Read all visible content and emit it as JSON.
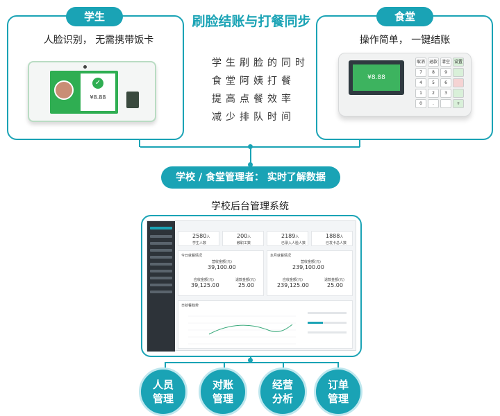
{
  "title": "刷脸结账与打餐同步",
  "student": {
    "badge": "学生",
    "caption": "人脸识别， 无需携带饭卡"
  },
  "canteen": {
    "badge": "食堂",
    "caption": "操作简单， 一键结账"
  },
  "benefits": [
    "学生刷脸的同时",
    "食堂阿姨打餐",
    "提高点餐效率",
    "减少排队时间"
  ],
  "manager": {
    "label": "学校 / 食堂管理者： 实时了解数据"
  },
  "system": {
    "title": "学校后台管理系统"
  },
  "device_left": {
    "amount": "¥8.88"
  },
  "device_right": {
    "amount": "¥8.88",
    "keys": [
      "取消",
      "退款",
      "清空",
      "设置",
      "7",
      "8",
      "9",
      "",
      "4",
      "5",
      "6",
      "",
      "1",
      "2",
      "3",
      "",
      "0",
      ".",
      "",
      "+"
    ]
  },
  "dashboard": {
    "stats": [
      {
        "value": "2580",
        "unit": "人",
        "label": "学生人数"
      },
      {
        "value": "200",
        "unit": "人",
        "label": "教职工数"
      },
      {
        "value": "2189",
        "unit": "人",
        "label": "已录入人脸人数"
      },
      {
        "value": "1888",
        "unit": "人",
        "label": "已发卡总人数"
      }
    ],
    "panels": [
      {
        "title": "今日就餐情况",
        "top_label": "营收金额(元)",
        "top_value": "39,100.00",
        "left_label": "应收金额(元)",
        "left_value": "39,125.00",
        "right_label": "退款金额(元)",
        "right_value": "25.00"
      },
      {
        "title": "本月就餐情况",
        "top_label": "营收金额(元)",
        "top_value": "239,100.00",
        "left_label": "应收金额(元)",
        "left_value": "239,125.00",
        "right_label": "退款金额(元)",
        "right_value": "25.00"
      }
    ],
    "trend_title": "日就餐趋势"
  },
  "functions": [
    {
      "line1": "人员",
      "line2": "管理"
    },
    {
      "line1": "对账",
      "line2": "管理"
    },
    {
      "line1": "经营",
      "line2": "分析"
    },
    {
      "line1": "订单",
      "line2": "管理"
    }
  ],
  "colors": {
    "accent": "#1aa3b5",
    "accent_light": "#bfe7ee"
  }
}
